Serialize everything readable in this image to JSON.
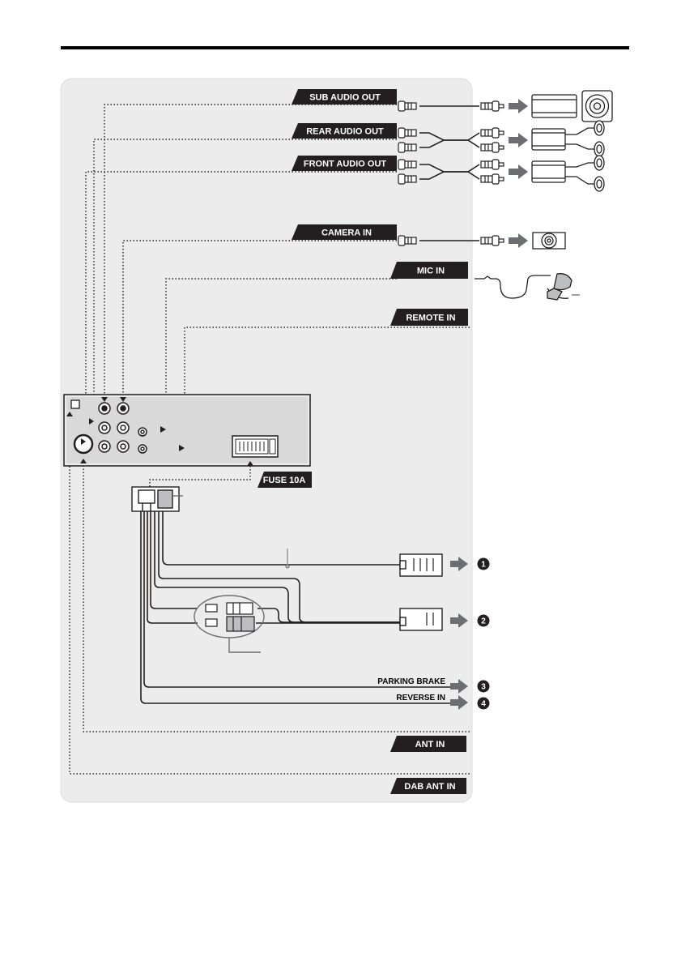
{
  "colors": {
    "panel": "#ececec",
    "panel_border": "#dcdcdc",
    "label_bg": "#231f20",
    "arrow": "#6d6e71",
    "ink": "#231f20",
    "rule": "#000000"
  },
  "labels": {
    "sub_audio_out": "SUB AUDIO OUT",
    "rear_audio_out": "REAR AUDIO OUT",
    "front_audio_out": "FRONT AUDIO OUT",
    "camera_in": "CAMERA IN",
    "mic_in": "MIC IN",
    "remote_in": "REMOTE IN",
    "fuse": "FUSE 10A",
    "parking_brake": "PARKING BRAKE",
    "reverse_in": "REVERSE IN",
    "ant_in": "ANT IN",
    "dab_ant_in": "DAB ANT IN"
  },
  "callouts": [
    "1",
    "2",
    "3",
    "4"
  ]
}
